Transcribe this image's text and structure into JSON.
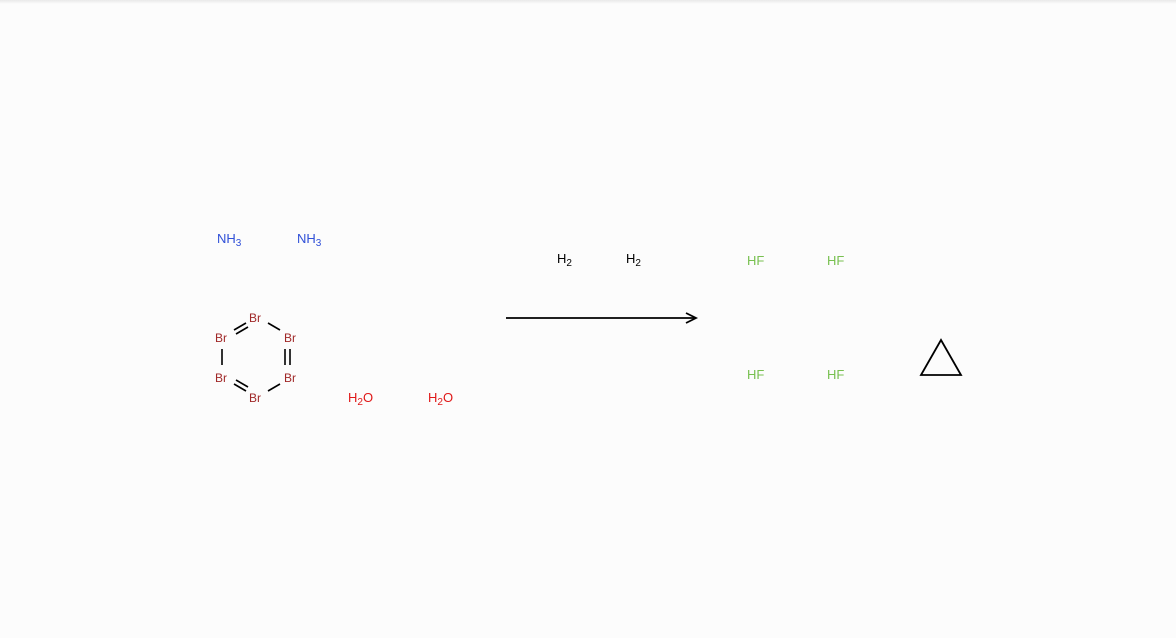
{
  "colors": {
    "background": "#fcfcfc",
    "bond": "#000000",
    "ammonia": "#3050d8",
    "bromine": "#a02828",
    "water": "#e01818",
    "hydrogen": "#000000",
    "fluoride": "#78c050"
  },
  "reactants": {
    "ammonia": [
      {
        "main": "NH",
        "sub": "3"
      },
      {
        "main": "NH",
        "sub": "3"
      }
    ],
    "hexabromobenzene": {
      "atoms": [
        "Br",
        "Br",
        "Br",
        "Br",
        "Br",
        "Br"
      ]
    },
    "water": [
      {
        "pre": "H",
        "sub": "2",
        "post": "O"
      },
      {
        "pre": "H",
        "sub": "2",
        "post": "O"
      }
    ]
  },
  "reagents": {
    "hydrogen": [
      {
        "main": "H",
        "sub": "2"
      },
      {
        "main": "H",
        "sub": "2"
      }
    ]
  },
  "products": {
    "hydrogen_fluoride": [
      "HF",
      "HF",
      "HF",
      "HF"
    ],
    "extra_symbol": "triangle-icon"
  }
}
